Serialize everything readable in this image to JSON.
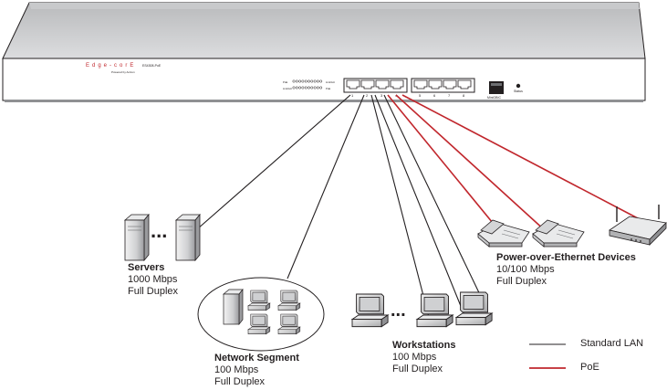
{
  "switch": {
    "brand": "Edge-corE",
    "model": "ES4308-PoE",
    "powered_by": "Powered by Accton",
    "port_numbers": [
      "1",
      "2",
      "3",
      "4",
      "5",
      "6",
      "7",
      "8"
    ],
    "minigbic_label": "MiniGBIC",
    "status_label": "Status",
    "led_row_labels": [
      "PoE",
      "Link/Act",
      "Link/Act",
      "PoE"
    ]
  },
  "groups": {
    "servers": {
      "title": "Servers",
      "lines": [
        "1000 Mbps",
        "Full Duplex"
      ]
    },
    "network_segment": {
      "title": "Network Segment",
      "lines": [
        "100 Mbps",
        "Full Duplex"
      ]
    },
    "workstations": {
      "title": "Workstations",
      "lines": [
        "100 Mbps",
        "Full Duplex"
      ]
    },
    "poe_devices": {
      "title": "Power-over-Ethernet Devices",
      "lines": [
        "10/100 Mbps",
        "Full Duplex"
      ]
    }
  },
  "ellipsis": "...",
  "legend": {
    "standard_lan": {
      "label": "Standard LAN",
      "color": "#231f20"
    },
    "poe": {
      "label": "PoE",
      "color": "#c1272d"
    }
  },
  "colors": {
    "lan_line": "#231f20",
    "poe_line": "#c1272d",
    "device_fill": "#d9dadb",
    "outline": "#231f20"
  }
}
